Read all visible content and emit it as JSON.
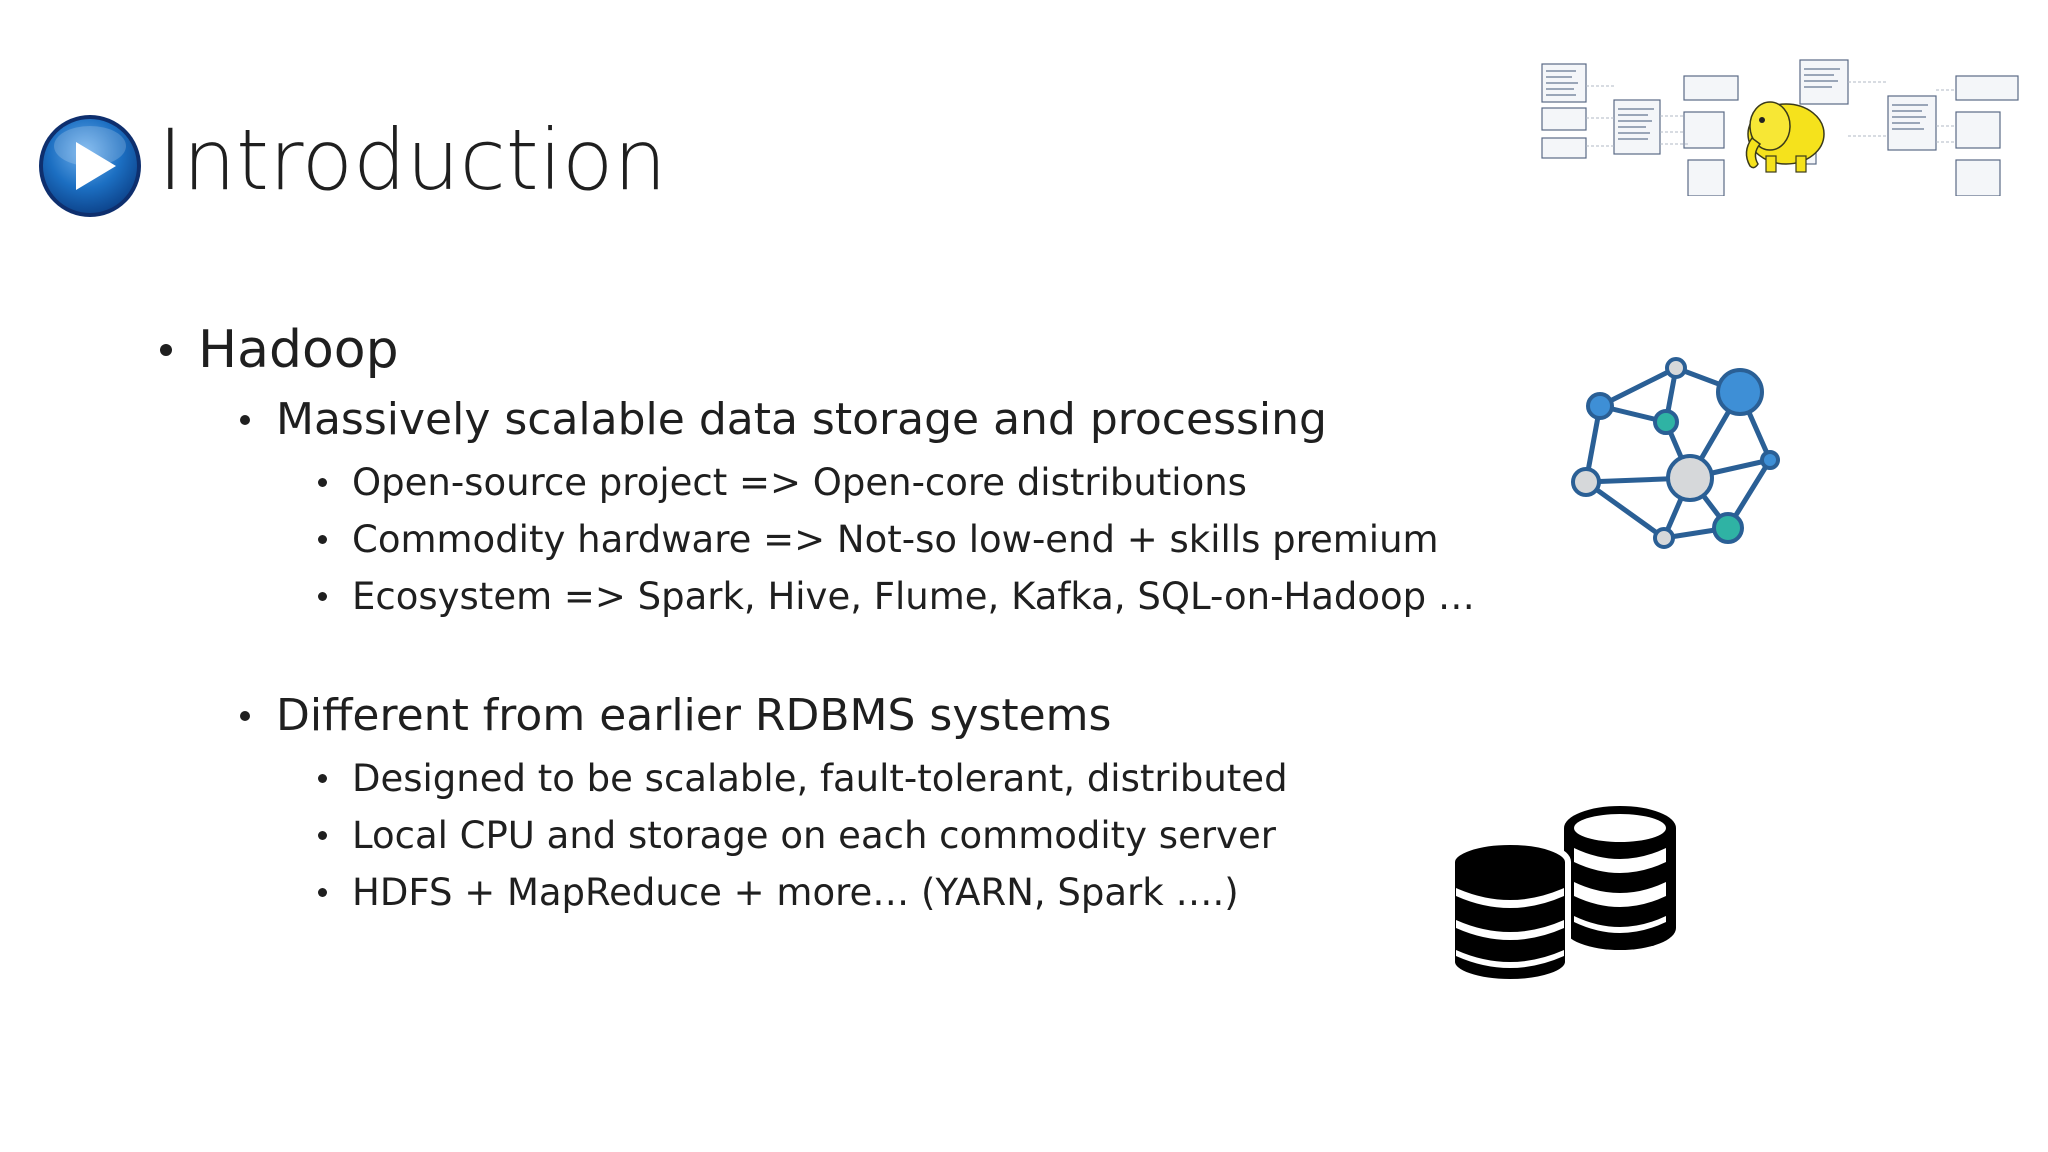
{
  "slide": {
    "title": "Introduction",
    "bullets": [
      {
        "text": "Hadoop",
        "children": [
          {
            "text": "Massively scalable data storage and processing",
            "children": [
              "Open-source project => Open-core distributions",
              "Commodity hardware => Not-so low-end + skills premium",
              "Ecosystem => Spark, Hive, Flume, Kafka, SQL-on-Hadoop …"
            ]
          },
          {
            "text": "Different from earlier RDBMS systems",
            "children": [
              "Designed to be scalable, fault-tolerant, distributed",
              "Local CPU and storage on each commodity server",
              "HDFS + MapReduce + more… (YARN, Spark ….)"
            ]
          }
        ]
      }
    ]
  },
  "icons": {
    "title_icon": "play-button-icon",
    "diagram": "database-schema-with-hadoop-elephant-image",
    "network": "network-graph-icon",
    "database": "database-stack-icon"
  },
  "colors": {
    "play_blue": "#1c6fc2",
    "elephant_yellow": "#f5e21c",
    "node_blue": "#3e8fd6",
    "node_teal": "#2fb3a4",
    "node_gray": "#d6d8da"
  }
}
